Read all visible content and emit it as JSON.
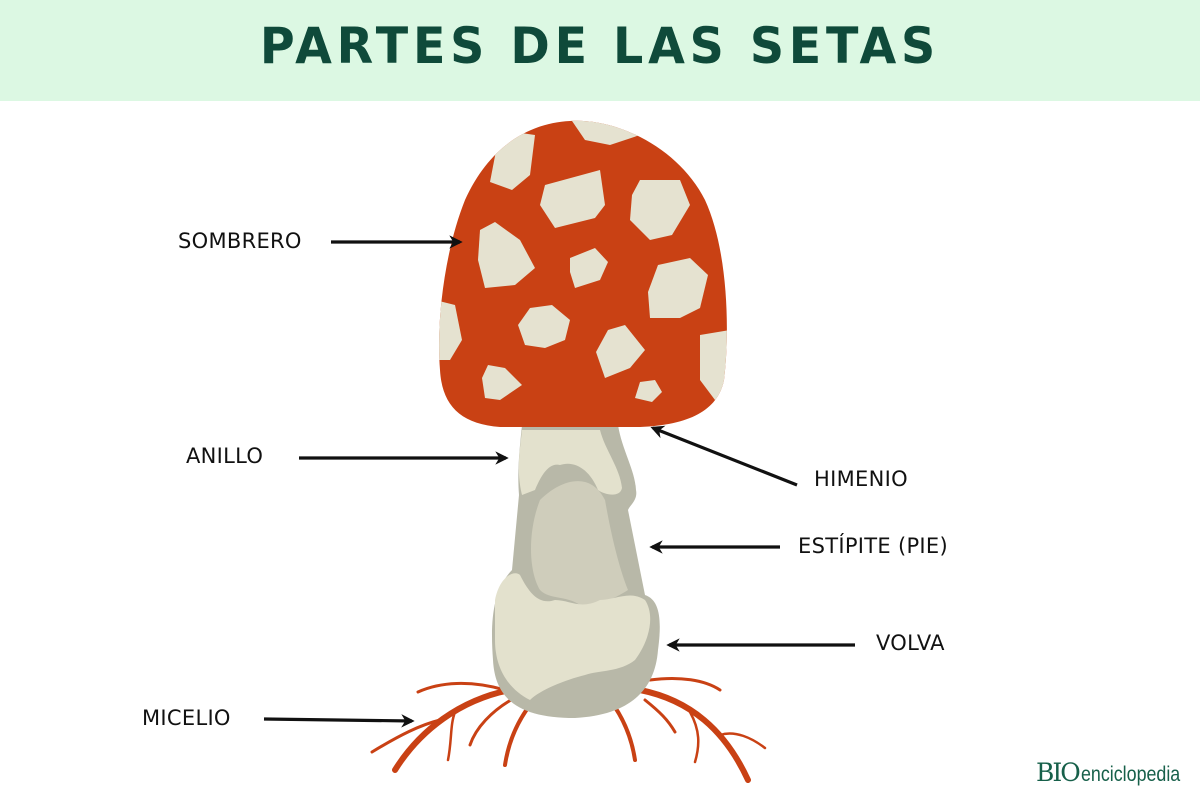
{
  "header": {
    "title": "PARTES DE LAS SETAS",
    "background": "#dcf8e3",
    "title_color": "#0f4a3a"
  },
  "diagram": {
    "subject": "mushroom (Amanita muscaria style)",
    "colors": {
      "cap": "#c94114",
      "cap_spots": "#e5e2d0",
      "stem_light": "#e3e1cd",
      "stem_dark": "#b8b8a8",
      "mycelium": "#c94114",
      "arrows": "#111111"
    },
    "labels": [
      {
        "id": "sombrero",
        "text": "SOMBRERO",
        "side": "left"
      },
      {
        "id": "anillo",
        "text": "ANILLO",
        "side": "left"
      },
      {
        "id": "himenio",
        "text": "HIMENIO",
        "side": "right"
      },
      {
        "id": "estipite",
        "text": "ESTÍPITE (PIE)",
        "side": "right"
      },
      {
        "id": "volva",
        "text": "VOLVA",
        "side": "right"
      },
      {
        "id": "micelio",
        "text": "MICELIO",
        "side": "left"
      }
    ]
  },
  "logo": {
    "bio": "BIO",
    "text": "enciclopedia"
  }
}
